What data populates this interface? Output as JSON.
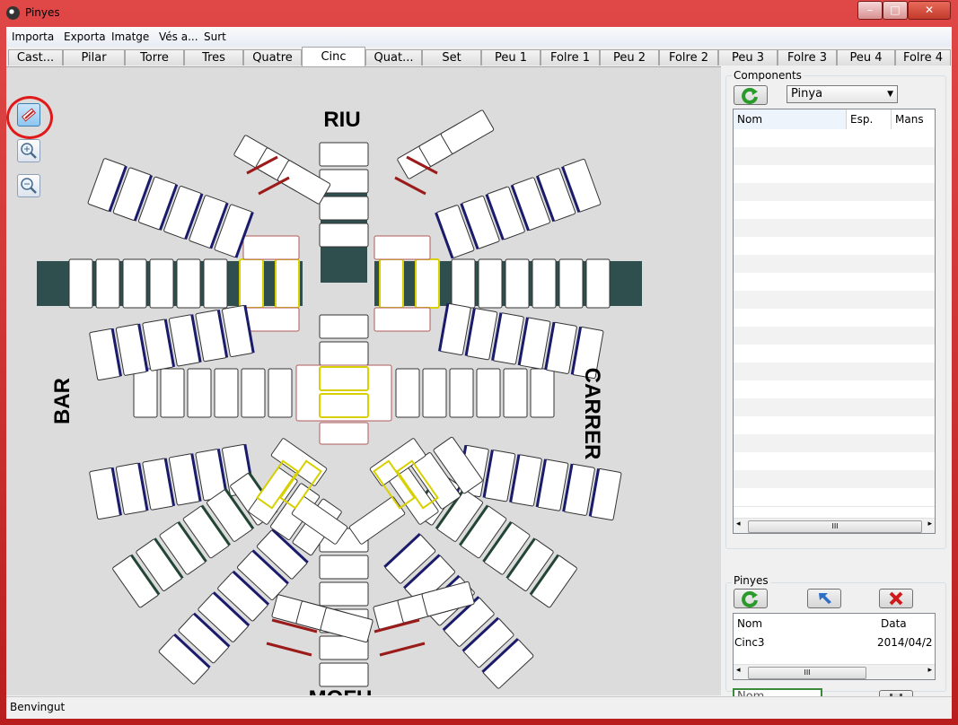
{
  "window": {
    "title": "Pinyes",
    "buttons": [
      "–",
      "□",
      "✕"
    ]
  },
  "menu": [
    "Importa",
    "Exporta",
    "Imatge",
    "Vés a...",
    "Surt"
  ],
  "tabs": {
    "items": [
      "Cast...",
      "Pilar",
      "Torre",
      "Tres",
      "Quatre",
      "Cinc",
      "Quat...",
      "Set",
      "Peu 1",
      "Folre 1",
      "Peu 2",
      "Folre 2",
      "Peu 3",
      "Folre 3",
      "Peu 4",
      "Folre 4"
    ],
    "active_index": 5
  },
  "canvas": {
    "labels": {
      "top": "RIU",
      "left": "BAR",
      "right": "CARRER",
      "bottom": "MOFU"
    },
    "tools": [
      "eraser-icon",
      "zoom-in-icon",
      "zoom-out-icon"
    ],
    "colors": {
      "block": "#2f4f4f",
      "cell": "#ffffff",
      "pink_border": "#b05a5a",
      "yellow_border": "#d8d000",
      "red_stripe": "#9b1b1b",
      "blue_stripe": "#1b1b6b",
      "green_stripe": "#234536"
    }
  },
  "components": {
    "title": "Components",
    "combo_value": "Pinya",
    "columns": [
      "Nom",
      "Esp.",
      "Mans"
    ],
    "scroll_thumb": "III"
  },
  "pinyes": {
    "title": "Pinyes",
    "columns": [
      "Nom",
      "Data"
    ],
    "rows": [
      {
        "nom": "Cinc3",
        "data": "2014/04/2"
      }
    ],
    "scroll_thumb": "III",
    "name_placeholder": "Nom..."
  },
  "status": "Benvingut"
}
